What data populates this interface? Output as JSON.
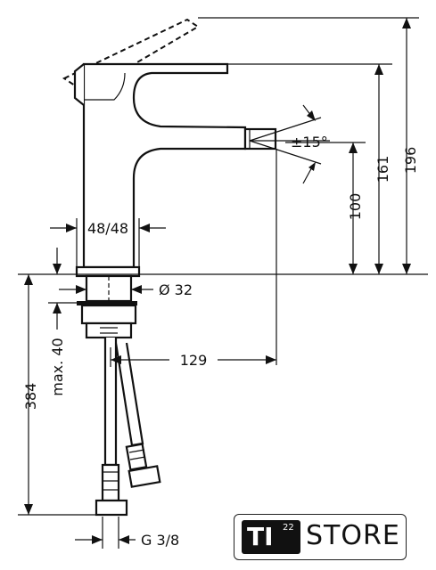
{
  "dimensions": {
    "height_total": "196",
    "height_spout": "161",
    "height_outlet": "100",
    "base_width": "48/48",
    "diameter": "Ø 32",
    "projection": "129",
    "angle": "±15°",
    "max_thickness": "max. 40",
    "hose_length": "384",
    "connection": "G 3/8"
  },
  "logo": {
    "badge_text": "TI",
    "badge_number": "22",
    "store_text": "STORE"
  }
}
